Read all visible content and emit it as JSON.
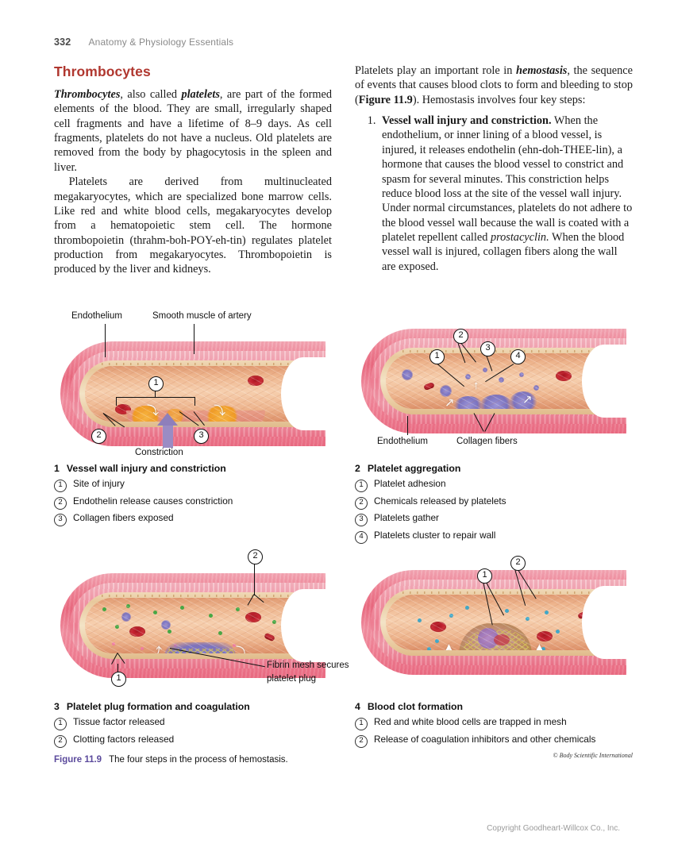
{
  "runhead": {
    "folio": "332",
    "book_title": "Anatomy & Physiology Essentials"
  },
  "colors": {
    "heading": "#b0372f",
    "figure_number": "#5b4a9c",
    "footer_text": "#9a9a9a",
    "purple_arrow": "#8e7fbb"
  },
  "left_column": {
    "heading": "Thrombocytes",
    "paragraph1_part1": "Thrombocytes",
    "paragraph1_part2": ", also called ",
    "paragraph1_part3": "platelets",
    "paragraph1_part4": ", are part of the formed elements of the blood. They are small, irregularly shaped cell fragments and have a lifetime of 8–9 days. As cell fragments, platelets do not have a nucleus. Old platelets are removed from the body by phagocytosis in the spleen and liver.",
    "paragraph2": "Platelets are derived from multinucleated megakaryocytes, which are specialized bone marrow cells. Like red and white blood cells, megakaryocytes develop from a hematopoietic stem cell. The hormone thrombopoietin (thrahm-boh-POY-eh-tin) regulates platelet production from megakaryocytes. Thrombopoietin is produced by the liver and kidneys."
  },
  "right_column": {
    "paragraph1_part1": "Platelets play an important role in ",
    "paragraph1_part2": "hemostasis",
    "paragraph1_part3": ", the sequence of events that causes blood clots to form and bleeding to stop (",
    "paragraph1_part4": "Figure 11.9",
    "paragraph1_part5": "). Hemostasis involves four key steps:",
    "step1_bold": "Vessel wall injury and constriction.",
    "step1_text_part1": " When the endothelium, or inner lining of a blood vessel, is injured, it releases endothelin (ehn-doh-THEE-lin), a hormone that causes the blood vessel to constrict and spasm for several minutes. This constriction helps reduce blood loss at the site of the vessel wall injury. Under normal circumstances, platelets do not adhere to the blood vessel wall because the wall is coated with a platelet repellent called ",
    "step1_italic": "prostacyclin.",
    "step1_text_part2": " When the blood vessel wall is injured, collagen fibers along the wall are exposed."
  },
  "figure": {
    "caption_number": "Figure 11.9",
    "caption_text": "The four steps in the process of hemostasis.",
    "credit": "© Body Scientific International",
    "panels": [
      {
        "step_number": "1",
        "title": "Vessel wall injury and constriction",
        "art_labels": [
          {
            "name": "endothelium-label",
            "text": "Endothelium"
          },
          {
            "name": "smooth-muscle-label",
            "text": "Smooth muscle of artery"
          },
          {
            "name": "constriction-label",
            "text": "Constriction"
          }
        ],
        "art_callouts": [
          "1",
          "2",
          "3"
        ],
        "items": [
          {
            "num": "1",
            "text": "Site of injury"
          },
          {
            "num": "2",
            "text": "Endothelin release causes constriction"
          },
          {
            "num": "3",
            "text": "Collagen fibers exposed"
          }
        ]
      },
      {
        "step_number": "2",
        "title": "Platelet aggregation",
        "art_labels": [
          {
            "name": "endothelium-label",
            "text": "Endothelium"
          },
          {
            "name": "collagen-fibers-label",
            "text": "Collagen fibers"
          }
        ],
        "art_callouts": [
          "1",
          "2",
          "3",
          "4"
        ],
        "items": [
          {
            "num": "1",
            "text": "Platelet adhesion"
          },
          {
            "num": "2",
            "text": "Chemicals released by platelets"
          },
          {
            "num": "3",
            "text": "Platelets gather"
          },
          {
            "num": "4",
            "text": "Platelets cluster to repair wall"
          }
        ]
      },
      {
        "step_number": "3",
        "title": "Platelet plug formation and coagulation",
        "art_labels": [
          {
            "name": "fibrin-mesh-label-line1",
            "text": "Fibrin mesh secures"
          },
          {
            "name": "fibrin-mesh-label-line2",
            "text": "platelet plug"
          }
        ],
        "art_callouts": [
          "1",
          "2"
        ],
        "items": [
          {
            "num": "1",
            "text": "Tissue factor released"
          },
          {
            "num": "2",
            "text": "Clotting factors released"
          }
        ]
      },
      {
        "step_number": "4",
        "title": "Blood clot formation",
        "art_labels": [],
        "art_callouts": [
          "1",
          "2"
        ],
        "items": [
          {
            "num": "1",
            "text": "Red and white blood cells are trapped in mesh"
          },
          {
            "num": "2",
            "text": "Release of coagulation inhibitors and other chemicals"
          }
        ]
      }
    ]
  },
  "footer": {
    "copyright": "Copyright Goodheart-Willcox Co., Inc."
  }
}
